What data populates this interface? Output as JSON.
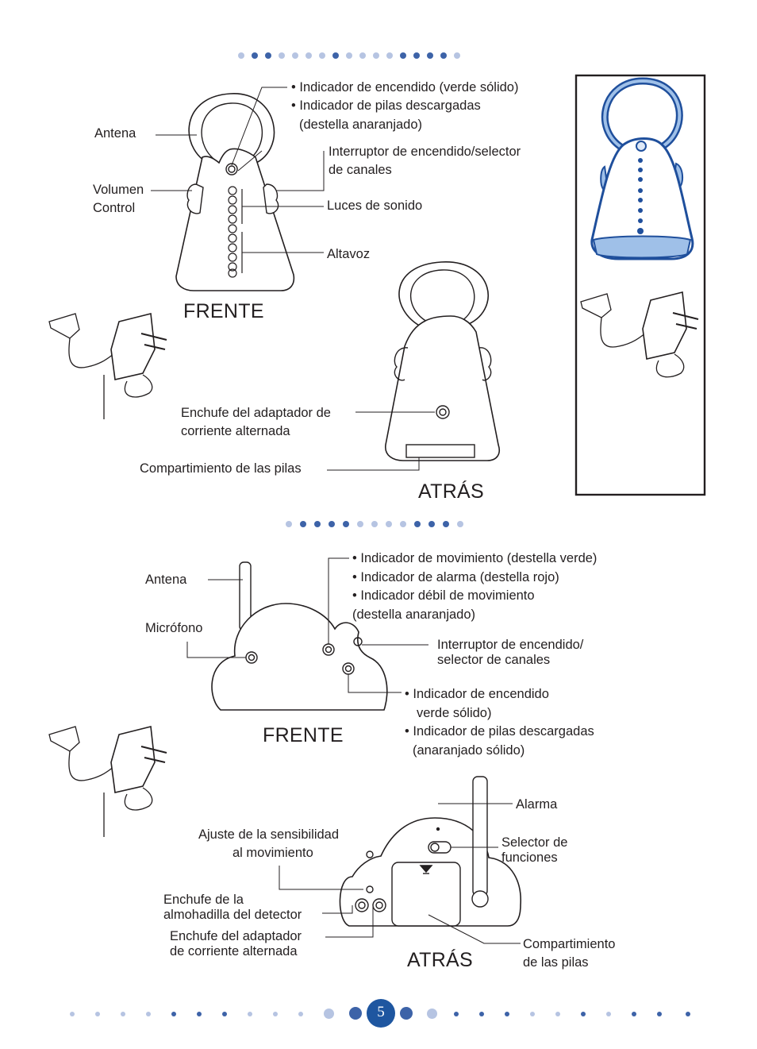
{
  "colors": {
    "ink": "#231f20",
    "dot_dark": "#3d63a8",
    "dot_light": "#b6c4e2",
    "page_badge": "#1e56a0",
    "unit_blue": "#1f4f9c",
    "unit_pale": "#9fc0e8"
  },
  "parent_front": {
    "heading": "FRENTE",
    "antenna": "Antena",
    "volume_line1": "Volumen",
    "volume_line2": "Control",
    "indicator_power": "• Indicador de encendido (verde sólido)",
    "indicator_low_battery": "• Indicador de pilas descargadas",
    "indicator_low_battery_note": "(destella anaranjado)",
    "switch_line1": "Interruptor de encendido/selector",
    "switch_line2": "de canales",
    "sound_lights": "Luces de sonido",
    "speaker": "Altavoz"
  },
  "parent_back": {
    "heading": "ATRÁS",
    "adapter_jack_line1": "Enchufe del adaptador de",
    "adapter_jack_line2": "corriente alternada",
    "battery_compartment": "Compartimiento de las pilas"
  },
  "nursery_front": {
    "heading": "FRENTE",
    "antenna": "Antena",
    "microphone": "Micrófono",
    "motion_indicator": "• Indicador de movimiento (destella verde)",
    "alarm_indicator": "• Indicador de alarma (destella rojo)",
    "weak_motion_indicator": "• Indicador débil de movimiento",
    "weak_motion_note": "(destella anaranjado)",
    "switch_line1": "Interruptor de encendido/",
    "switch_line2": "selector de canales",
    "power_indicator_line1": "• Indicador de encendido",
    "power_indicator_line2": "verde sólido)",
    "low_battery_line1": "• Indicador de pilas descargadas",
    "low_battery_line2": "(anaranjado sólido)"
  },
  "nursery_back": {
    "heading": "ATRÁS",
    "alarm": "Alarma",
    "sensitivity_line1": "Ajuste de la sensibilidad",
    "sensitivity_line2": "al movimiento",
    "function_selector_line1": "Selector de",
    "function_selector_line2": "funciones",
    "pad_jack_line1": "Enchufe de la",
    "pad_jack_line2": "almohadilla del detector",
    "adapter_jack_line1": "Enchufe del adaptador",
    "adapter_jack_line2": "de corriente alternada",
    "battery_line1": "Compartimiento",
    "battery_line2": "de las pilas"
  },
  "page_number": "5"
}
